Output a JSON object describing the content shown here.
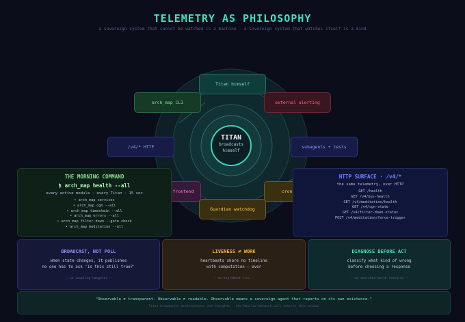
{
  "header": {
    "title": "TELEMETRY AS PHILOSOPHY",
    "subtitle": "a sovereign system that cannot be watched is a machine  ·  a sovereign system that watches itself is a mind"
  },
  "center": {
    "name": "TITAN",
    "line1": "broadcasts",
    "line2": "himself"
  },
  "nodes": {
    "titan_himself": "Titan  himself",
    "arch_map_cli": "arch_map  CLI",
    "external_alerting": "external  alerting",
    "v4_http": "/v4/*  HTTP",
    "subagents_tests": "subagents  + tests",
    "observatory_frontend": "observatory  frontend",
    "cron_scripts": "cron  scripts",
    "guardian_watchdog": "Guardian  watchdog"
  },
  "morning": {
    "title": "THE MORNING COMMAND",
    "command": "$  arch_map  health  --all",
    "desc": "every active module · every Titan · 15 sec",
    "items": [
      "• arch_map services",
      "• arch_map cgn --all",
      "• arch_map timechain --all",
      "• arch_map errors --all",
      "• arch_map filter-down --gate-check",
      "• arch_map meditation --all"
    ]
  },
  "http_surface": {
    "title": "HTTP SURFACE  ·  /v4/*",
    "desc": "the same telemetry, over HTTP",
    "items": [
      "GET  /health",
      "GET  /v4/bus-health",
      "GET  /v4/meditation/health",
      "GET  /v4/cgn-state",
      "GET  /v4/filter-down-status",
      "POST /v4/meditation/force-trigger"
    ]
  },
  "cards": [
    {
      "title": "BROADCAST, NOT POLL",
      "line1": "when state changes, it publishes",
      "line2": "no one has to ask 'is this still true?'",
      "note": "— no coupling hangover —"
    },
    {
      "title": "LIVENESS ≠ WORK",
      "line1": "heartbeats share no timeline",
      "line2": "with computation — ever",
      "note": "— no heartbeat lies —"
    },
    {
      "title": "DIAGNOSE BEFORE ACT",
      "line1": "classify what kind of wrong",
      "line2": "before choosing a response",
      "note": "— no scorched-earth restarts —"
    }
  ],
  "footer": {
    "quote": "\"Observable ≠ transparent. Observable ≠ readable. Observable means a sovereign agent that reports on its own existence.\"",
    "note": "Titan broadcasts architecture, not thoughts  ·  the Maniloo Network will inherit this window"
  },
  "colors": {
    "background": "#0b0d1a",
    "accent": "#3fe0c0",
    "green": "#86e08f",
    "red": "#ff6b7b",
    "blue": "#8a9cff",
    "pink": "#ff7adf",
    "amber": "#ffca4a"
  }
}
